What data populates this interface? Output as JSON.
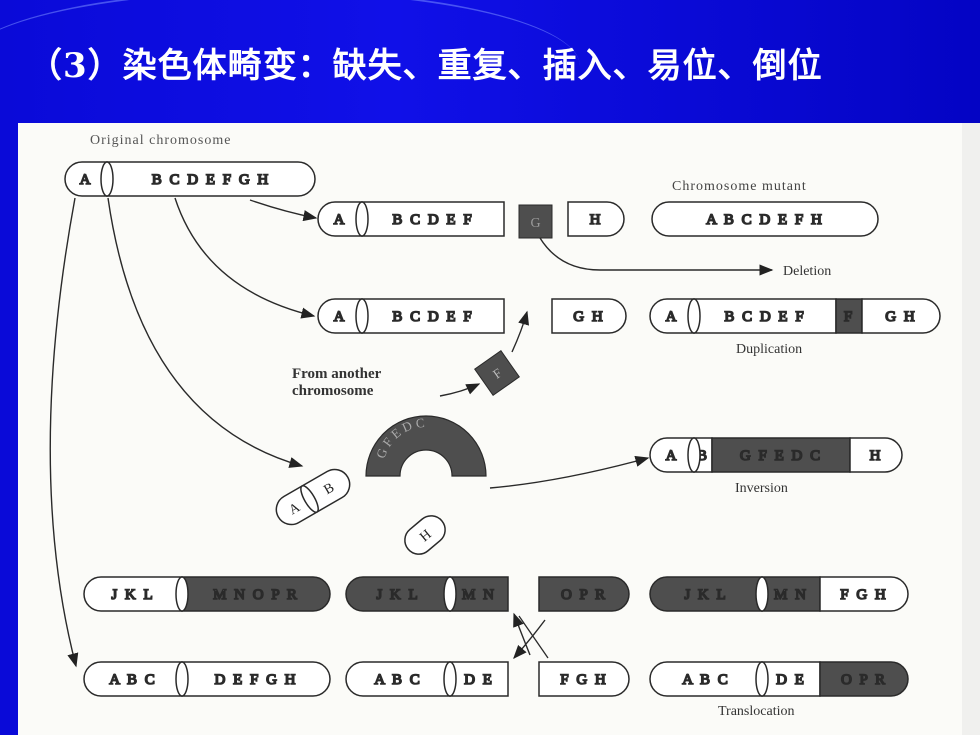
{
  "title": "（3）染色体畸变：缺失、重复、插入、易位、倒位",
  "labels": {
    "original": "Original chromosome",
    "mutant": "Chromosome mutant",
    "deletion": "Deletion",
    "duplication": "Duplication",
    "from_line1": "From another",
    "from_line2": "chromosome",
    "inversion": "Inversion",
    "translocation": "Translocation"
  },
  "colors": {
    "dark": "#4e4e4e",
    "light": "#ffffff",
    "line": "#2a2a2a",
    "text": "#222222",
    "darktext": "#9a9a9a"
  },
  "chromosomes": [
    {
      "name": "original",
      "left": "A",
      "right": "B C D E F G H"
    },
    {
      "name": "deletion-step-left",
      "left": "A",
      "right": "B C D E F"
    },
    {
      "name": "deletion-fragment-g",
      "right": "G"
    },
    {
      "name": "deletion-fragment-h",
      "right": "H"
    },
    {
      "name": "deletion-mutant",
      "right": "A  B  C  D  E  F  H"
    },
    {
      "name": "duplication-step-left",
      "left": "A",
      "right": "B C D E F"
    },
    {
      "name": "duplication-fragment-gh",
      "right": "G  H"
    },
    {
      "name": "duplication-mutant",
      "left": "A",
      "right": "B C D E F",
      "dup": "F",
      "end": "G  H"
    },
    {
      "name": "inversion-ab",
      "left": "A",
      "right": "B"
    },
    {
      "name": "inversion-h",
      "right": "H"
    },
    {
      "name": "inversion-mutant",
      "left": "A",
      "right": "B",
      "mid": "G F E D C",
      "end": "H"
    },
    {
      "name": "trans-jkl-left",
      "left": "J K L",
      "right": "M N O P R"
    },
    {
      "name": "trans-jkl-mn",
      "left": "J K L",
      "right": "M N"
    },
    {
      "name": "trans-opr",
      "right": "O P R"
    },
    {
      "name": "trans-mutant-top",
      "left": "J K L",
      "right": "M N",
      "end": "F G H"
    },
    {
      "name": "trans-abc-left",
      "left": "A B C",
      "right": "D E F G H"
    },
    {
      "name": "trans-abc-de",
      "left": "A B C",
      "right": "D E"
    },
    {
      "name": "trans-fgh",
      "right": "F G H"
    },
    {
      "name": "trans-mutant-bottom",
      "left": "A B C",
      "right": "D E",
      "end": "O P R"
    }
  ],
  "fragments": {
    "g": "G",
    "f": "F",
    "h": "H",
    "arc": "G F E D C"
  }
}
